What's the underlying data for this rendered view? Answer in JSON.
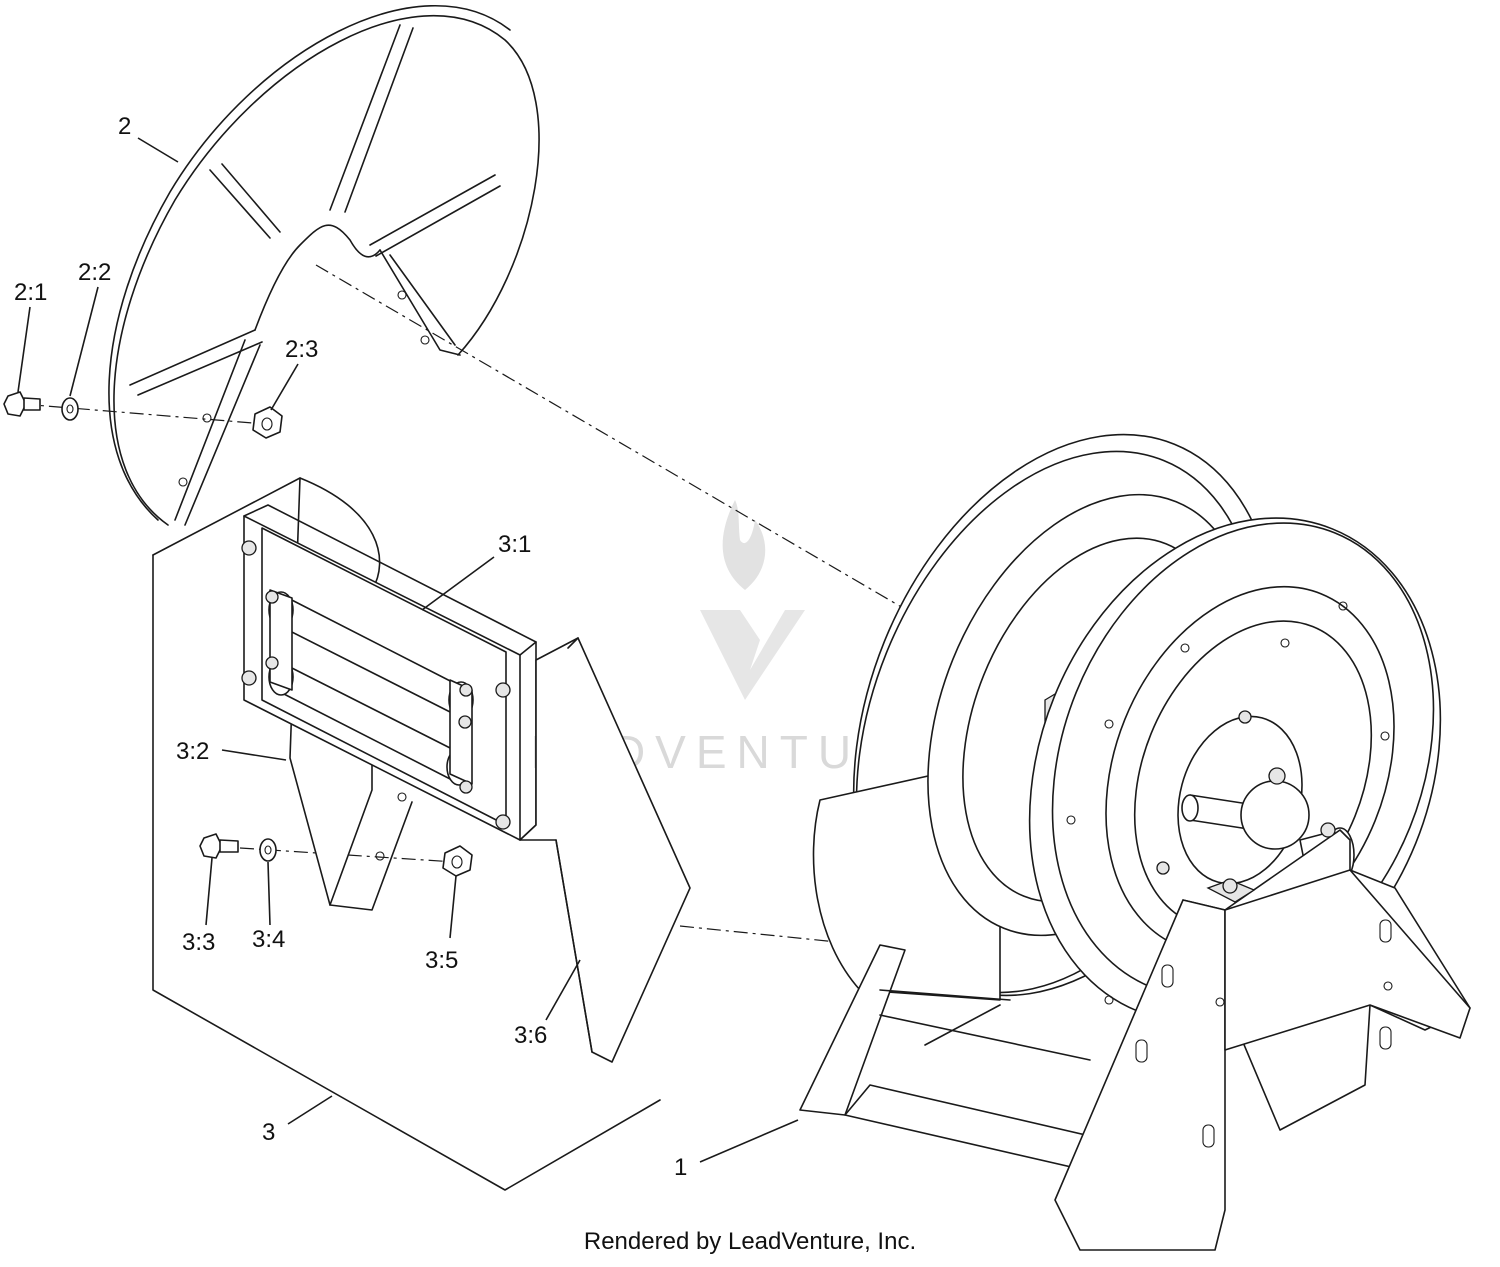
{
  "callouts": {
    "c1": "1",
    "c2": "2",
    "c2_1": "2:1",
    "c2_2": "2:2",
    "c2_3": "2:3",
    "c3": "3",
    "c3_1": "3:1",
    "c3_2": "3:2",
    "c3_3": "3:3",
    "c3_4": "3:4",
    "c3_5": "3:5",
    "c3_6": "3:6"
  },
  "watermark": "LEADVENTURE",
  "footer": "Rendered by LeadVenture, Inc."
}
